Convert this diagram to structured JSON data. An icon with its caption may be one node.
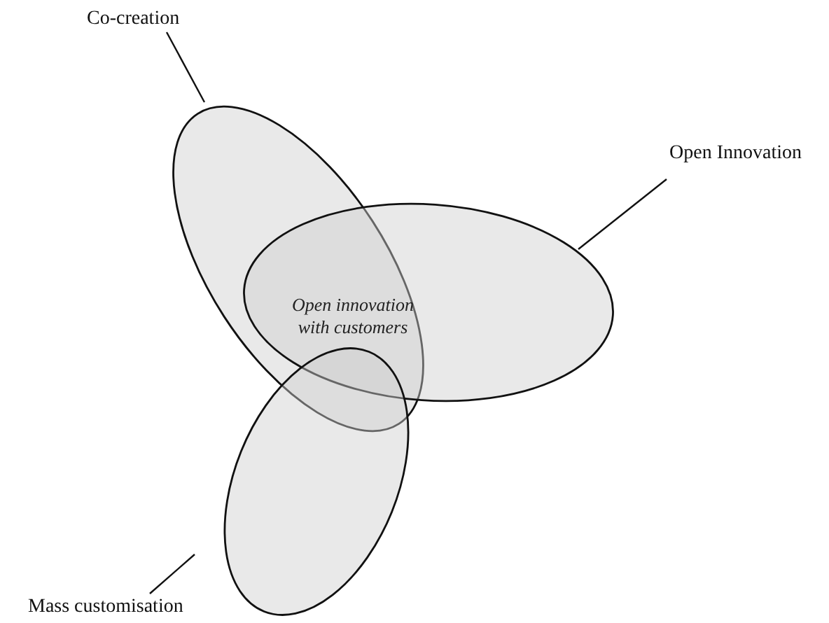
{
  "diagram": {
    "nodes": [
      {
        "text": [
          "Co-creation"
        ]
      },
      {
        "text": [],
        "shape": "ellipse"
      },
      {
        "text": [
          "Open Innovation"
        ]
      },
      {
        "text": [],
        "shape": "ellipse"
      },
      {
        "text": [],
        "shape": "ellipse"
      },
      {
        "text": [
          "Mass customisation"
        ]
      }
    ],
    "edges": [
      {
        "from": 0,
        "to": 1,
        "arrow": "none"
      },
      {
        "from": 2,
        "to": 3,
        "arrow": "none"
      },
      {
        "from": 5,
        "to": 4,
        "arrow": "none"
      }
    ],
    "labels": [
      "Open innovation with customers"
    ]
  }
}
